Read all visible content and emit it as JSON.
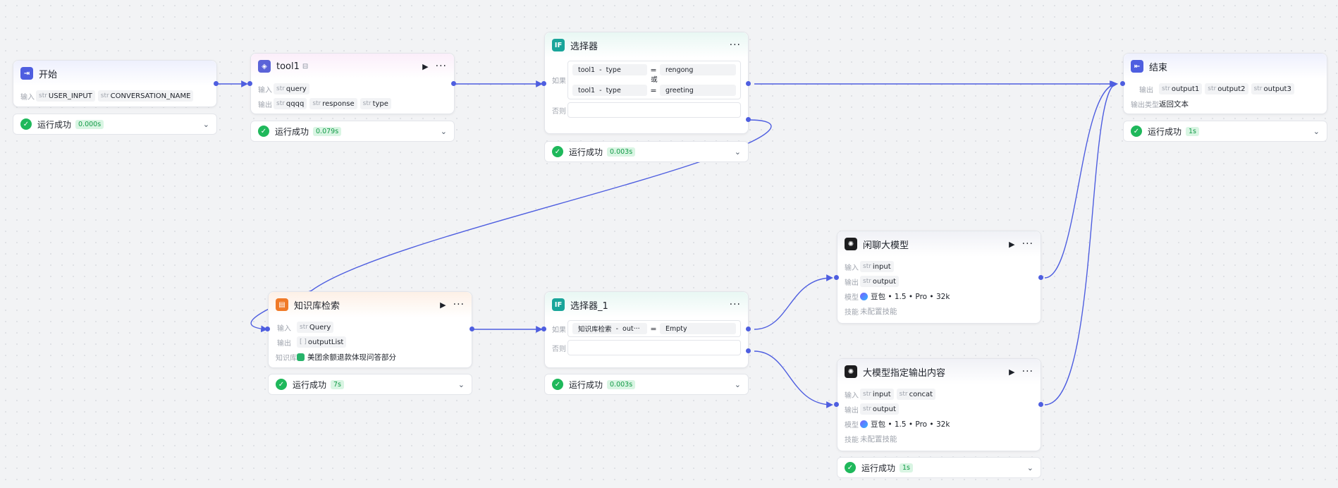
{
  "nodes": {
    "start": {
      "title": "开始",
      "input_label": "输入",
      "inputs": [
        {
          "type": "str",
          "name": "USER_INPUT"
        },
        {
          "type": "str",
          "name": "CONVERSATION_NAME"
        }
      ],
      "status": "运行成功",
      "time": "0.000s"
    },
    "tool1": {
      "title": "tool1",
      "input_label": "输入",
      "output_label": "输出",
      "inputs": [
        {
          "type": "str",
          "name": "query"
        }
      ],
      "outputs": [
        {
          "type": "str",
          "name": "qqqq"
        },
        {
          "type": "str",
          "name": "response"
        },
        {
          "type": "str",
          "name": "type"
        }
      ],
      "status": "运行成功",
      "time": "0.079s"
    },
    "selector": {
      "title": "选择器",
      "if_label": "如果",
      "else_label": "否则",
      "or_label": "或",
      "conditions": [
        {
          "source": "tool1",
          "sep": "-",
          "field": "type",
          "op": "=",
          "value": "rengong"
        },
        {
          "source": "tool1",
          "sep": "-",
          "field": "type",
          "op": "=",
          "value": "greeting"
        }
      ],
      "status": "运行成功",
      "time": "0.003s"
    },
    "end": {
      "title": "结束",
      "output_label": "输出",
      "output_type_label": "输出类型",
      "outputs": [
        {
          "type": "str",
          "name": "output1"
        },
        {
          "type": "str",
          "name": "output2"
        },
        {
          "type": "str",
          "name": "output3"
        }
      ],
      "output_type": "返回文本",
      "status": "运行成功",
      "time": "1s"
    },
    "knowledge": {
      "title": "知识库检索",
      "input_label": "输入",
      "output_label": "输出",
      "kb_label": "知识库",
      "inputs": [
        {
          "type": "str",
          "name": "Query"
        }
      ],
      "outputs": [
        {
          "type": "[ ]",
          "name": "outputList"
        }
      ],
      "kb_name": "美团余额退款体现问答部分",
      "status": "运行成功",
      "time": "7s"
    },
    "selector1": {
      "title": "选择器_1",
      "if_label": "如果",
      "else_label": "否则",
      "condition": {
        "source": "知识库检索",
        "sep": "-",
        "field": "out···",
        "op": "=",
        "value": "Empty"
      },
      "status": "运行成功",
      "time": "0.003s"
    },
    "chat_llm": {
      "title": "闲聊大模型",
      "input_label": "输入",
      "output_label": "输出",
      "model_label": "模型",
      "skill_label": "技能",
      "inputs": [
        {
          "type": "str",
          "name": "input"
        }
      ],
      "outputs": [
        {
          "type": "str",
          "name": "output"
        }
      ],
      "model": "豆包 • 1.5 • Pro • 32k",
      "skill": "未配置技能"
    },
    "llm_output": {
      "title": "大模型指定输出内容",
      "input_label": "输入",
      "output_label": "输出",
      "model_label": "模型",
      "skill_label": "技能",
      "inputs": [
        {
          "type": "str",
          "name": "input"
        },
        {
          "type": "str",
          "name": "concat"
        }
      ],
      "outputs": [
        {
          "type": "str",
          "name": "output"
        }
      ],
      "model": "豆包 • 1.5 • Pro • 32k",
      "skill": "未配置技能",
      "status": "运行成功",
      "time": "1s"
    }
  },
  "icons": {
    "start": "start-icon",
    "tool": "plugin-icon",
    "selector": "if-icon",
    "end": "end-icon",
    "knowledge": "knowledge-icon",
    "llm": "llm-icon",
    "run": "play-icon",
    "more": "more-icon",
    "success": "check-icon",
    "expand": "chevron-down-icon",
    "lock": "lock-icon",
    "model": "doubao-icon",
    "kb": "kb-file-icon"
  },
  "if_icon_text": "IF",
  "colors": {
    "edge": "#4e5ee0",
    "success": "#1fb85b",
    "success_bg": "#d9f5e3"
  }
}
